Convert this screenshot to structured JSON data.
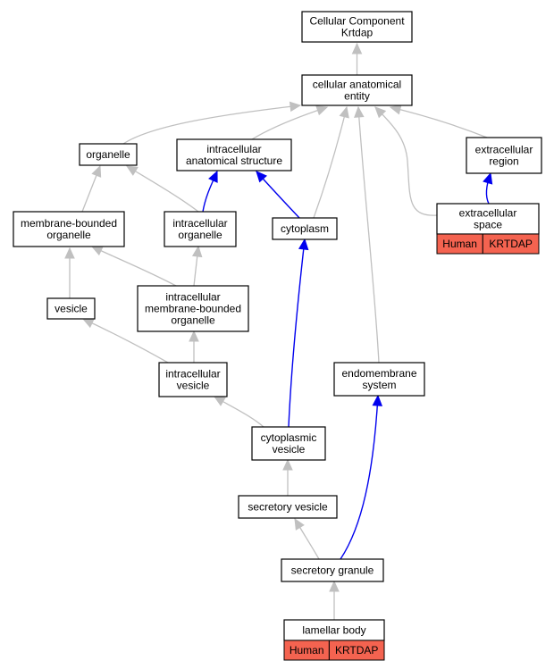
{
  "colors": {
    "is_a_edge": "#c0c0c0",
    "part_of_edge": "#0000ee",
    "annotation_badge": "#f46350"
  },
  "nodes": [
    {
      "id": "root",
      "lines": [
        "Cellular Component",
        "Krtdap"
      ]
    },
    {
      "id": "cellular-anatomical-entity",
      "lines": [
        "cellular anatomical",
        "entity"
      ]
    },
    {
      "id": "organelle",
      "lines": [
        "organelle"
      ]
    },
    {
      "id": "intracellular-anatomical-structure",
      "lines": [
        "intracellular",
        "anatomical structure"
      ]
    },
    {
      "id": "extracellular-region",
      "lines": [
        "extracellular",
        "region"
      ]
    },
    {
      "id": "membrane-bounded-organelle",
      "lines": [
        "membrane-bounded",
        "organelle"
      ]
    },
    {
      "id": "intracellular-organelle",
      "lines": [
        "intracellular",
        "organelle"
      ]
    },
    {
      "id": "cytoplasm",
      "lines": [
        "cytoplasm"
      ]
    },
    {
      "id": "extracellular-space",
      "lines": [
        "extracellular",
        "space"
      ],
      "badges": [
        "Human",
        "KRTDAP"
      ]
    },
    {
      "id": "vesicle",
      "lines": [
        "vesicle"
      ]
    },
    {
      "id": "intracellular-membrane-bounded-organelle",
      "lines": [
        "intracellular",
        "membrane-bounded",
        "organelle"
      ]
    },
    {
      "id": "intracellular-vesicle",
      "lines": [
        "intracellular",
        "vesicle"
      ]
    },
    {
      "id": "endomembrane-system",
      "lines": [
        "endomembrane",
        "system"
      ]
    },
    {
      "id": "cytoplasmic-vesicle",
      "lines": [
        "cytoplasmic",
        "vesicle"
      ]
    },
    {
      "id": "secretory-vesicle",
      "lines": [
        "secretory vesicle"
      ]
    },
    {
      "id": "secretory-granule",
      "lines": [
        "secretory granule"
      ]
    },
    {
      "id": "lamellar-body",
      "lines": [
        "lamellar body"
      ],
      "badges": [
        "Human",
        "KRTDAP"
      ]
    }
  ],
  "edges": [
    {
      "from": "cellular-anatomical-entity",
      "to": "root",
      "type": "is_a"
    },
    {
      "from": "organelle",
      "to": "cellular-anatomical-entity",
      "type": "is_a"
    },
    {
      "from": "intracellular-anatomical-structure",
      "to": "cellular-anatomical-entity",
      "type": "is_a"
    },
    {
      "from": "extracellular-region",
      "to": "cellular-anatomical-entity",
      "type": "is_a"
    },
    {
      "from": "membrane-bounded-organelle",
      "to": "organelle",
      "type": "is_a"
    },
    {
      "from": "intracellular-organelle",
      "to": "organelle",
      "type": "is_a"
    },
    {
      "from": "intracellular-organelle",
      "to": "intracellular-anatomical-structure",
      "type": "part_of"
    },
    {
      "from": "cytoplasm",
      "to": "intracellular-anatomical-structure",
      "type": "part_of"
    },
    {
      "from": "cytoplasm",
      "to": "cellular-anatomical-entity",
      "type": "is_a"
    },
    {
      "from": "extracellular-space",
      "to": "extracellular-region",
      "type": "part_of"
    },
    {
      "from": "extracellular-space",
      "to": "cellular-anatomical-entity",
      "type": "is_a"
    },
    {
      "from": "endomembrane-system",
      "to": "cellular-anatomical-entity",
      "type": "is_a"
    },
    {
      "from": "vesicle",
      "to": "membrane-bounded-organelle",
      "type": "is_a"
    },
    {
      "from": "intracellular-membrane-bounded-organelle",
      "to": "membrane-bounded-organelle",
      "type": "is_a"
    },
    {
      "from": "intracellular-membrane-bounded-organelle",
      "to": "intracellular-organelle",
      "type": "is_a"
    },
    {
      "from": "intracellular-vesicle",
      "to": "vesicle",
      "type": "is_a"
    },
    {
      "from": "intracellular-vesicle",
      "to": "intracellular-membrane-bounded-organelle",
      "type": "is_a"
    },
    {
      "from": "cytoplasmic-vesicle",
      "to": "intracellular-vesicle",
      "type": "is_a"
    },
    {
      "from": "cytoplasmic-vesicle",
      "to": "cytoplasm",
      "type": "part_of"
    },
    {
      "from": "secretory-vesicle",
      "to": "cytoplasmic-vesicle",
      "type": "is_a"
    },
    {
      "from": "secretory-granule",
      "to": "secretory-vesicle",
      "type": "is_a"
    },
    {
      "from": "secretory-granule",
      "to": "endomembrane-system",
      "type": "part_of"
    },
    {
      "from": "lamellar-body",
      "to": "secretory-granule",
      "type": "is_a"
    }
  ]
}
